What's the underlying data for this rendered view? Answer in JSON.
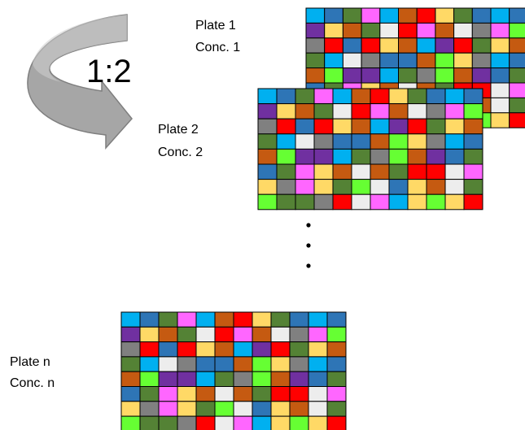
{
  "ratio_label": "1:2",
  "plates": [
    {
      "name": "Plate 1",
      "conc": "Conc. 1"
    },
    {
      "name": "Plate 2",
      "conc": "Conc. 2"
    },
    {
      "name": "Plate n",
      "conc": "Conc. n"
    }
  ],
  "ellipsis": "• • •",
  "colors": {
    "K": "#548235",
    "B": "#2e75b6",
    "M": "#ff66ff",
    "C": "#00b0f0",
    "O": "#c55a11",
    "R": "#ff0000",
    "Y": "#ffd966",
    "G": "#808080",
    "W": "#ededed",
    "P": "#7030a0",
    "L": "#66ff33",
    "arrow": "#999999"
  },
  "plate_pattern": [
    "CBKMCORYKBCB",
    "PYOKWRMOWGML",
    "GRBRYOCPRKYO",
    "KCWGBBOLYGCB",
    "OLPPCKGLOPBK",
    "BKMYOWOKRRWM",
    "YGMYKLWBYOWK",
    "LKKGRWMCYLYR"
  ]
}
